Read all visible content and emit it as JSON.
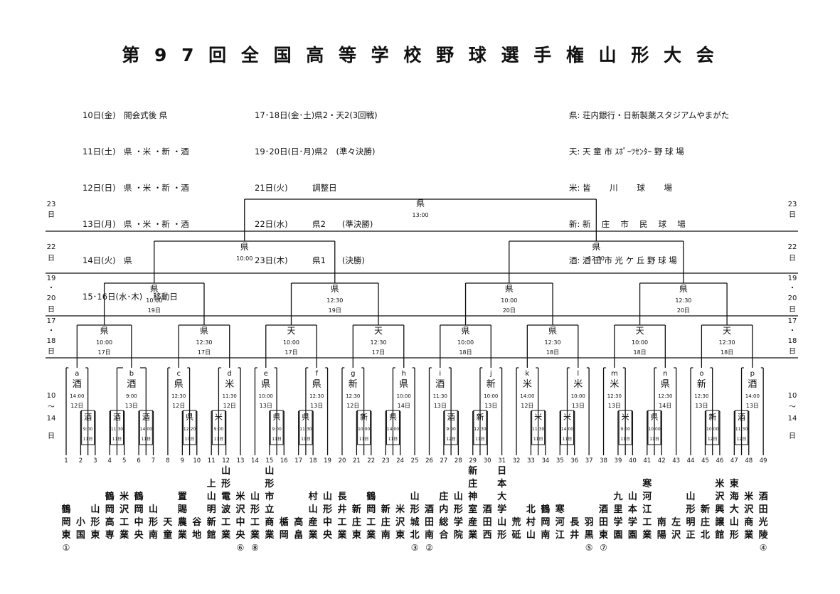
{
  "title": "第 9 7 回 全 国 高 等 学 校 野 球 選 手 権 山 形 大 会",
  "schedule_left": [
    "10日(金)　開会式後 県",
    "11日(土)　県 ・米 ・新 ・酒",
    "12日(日)　県 ・米 ・新 ・酒",
    "13日(月)　県 ・米 ・新 ・酒",
    "14日(火)　県",
    "15･16日(水･木)　 移動日"
  ],
  "schedule_right": [
    "17･18日(金･土)県2・天2(3回戦)",
    "19･20日(日･月)県2　(準々決勝)",
    "21日(火)　　　調整日",
    "22日(水)　　　県2　　(準決勝)",
    "23日(木)　　　県1　　(決勝)"
  ],
  "venues": [
    "県: 荘内銀行・日新製薬スタジアムやまがた",
    "天: 天 童 市 ｽﾎﾟｰﾂｾﾝﾀｰ 野 球 場",
    "米: 皆　　 川　　 球　　 場",
    "新: 新　 庄　 市　 民　 球　 場",
    "酒: 酒 田 市 光 ケ 丘 野 球 場"
  ],
  "left_date_labels": [
    {
      "lines": [
        "23",
        "日"
      ]
    },
    {
      "lines": [
        "22",
        "日"
      ]
    },
    {
      "lines": [
        "19",
        "・",
        "20",
        "日"
      ]
    },
    {
      "lines": [
        "17",
        "・",
        "18",
        "日"
      ]
    },
    {
      "lines": [
        "10",
        "〜",
        "14",
        "日"
      ]
    }
  ],
  "right_date_labels": [
    {
      "lines": [
        "23",
        "日"
      ]
    },
    {
      "lines": [
        "22",
        "日"
      ]
    },
    {
      "lines": [
        "19",
        "・",
        "20",
        "日"
      ]
    },
    {
      "lines": [
        "17",
        "・",
        "18",
        "日"
      ]
    },
    {
      "lines": [
        "10",
        "〜",
        "14",
        "日"
      ]
    }
  ],
  "final": {
    "venue": "県",
    "time": "13:00"
  },
  "semifinals": [
    {
      "venue": "県",
      "time": "10:00"
    },
    {
      "venue": "県",
      "time": "12:30"
    }
  ],
  "quarterfinals": [
    {
      "venue": "県",
      "time": "10:00",
      "day": "19日"
    },
    {
      "venue": "県",
      "time": "12:30",
      "day": "19日"
    },
    {
      "venue": "県",
      "time": "10:00",
      "day": "20日"
    },
    {
      "venue": "県",
      "time": "12:30",
      "day": "20日"
    }
  ],
  "third_round": [
    {
      "venue": "県",
      "time": "10:00",
      "day": "17日"
    },
    {
      "venue": "県",
      "time": "12:30",
      "day": "17日"
    },
    {
      "venue": "天",
      "time": "10:00",
      "day": "17日"
    },
    {
      "venue": "天",
      "time": "12:30",
      "day": "17日"
    },
    {
      "venue": "県",
      "time": "10:00",
      "day": "18日"
    },
    {
      "venue": "県",
      "time": "12:30",
      "day": "18日"
    },
    {
      "venue": "天",
      "time": "10:00",
      "day": "18日"
    },
    {
      "venue": "天",
      "time": "12:30",
      "day": "18日"
    }
  ],
  "second_round": [
    {
      "letter": "a",
      "venue": "酒",
      "time": "14:00",
      "day": "12日"
    },
    {
      "letter": "b",
      "venue": "酒",
      "time": "9:00",
      "day": "13日"
    },
    {
      "letter": "c",
      "venue": "県",
      "time": "12:30",
      "day": "12日"
    },
    {
      "letter": "d",
      "venue": "米",
      "time": "11:30",
      "day": "12日"
    },
    {
      "letter": "e",
      "venue": "県",
      "time": "10:00",
      "day": "13日"
    },
    {
      "letter": "f",
      "venue": "県",
      "time": "12:30",
      "day": "13日"
    },
    {
      "letter": "g",
      "venue": "新",
      "time": "12:30",
      "day": "12日"
    },
    {
      "letter": "h",
      "venue": "県",
      "time": "10:00",
      "day": "14日"
    },
    {
      "letter": "i",
      "venue": "酒",
      "time": "11:30",
      "day": "13日"
    },
    {
      "letter": "j",
      "venue": "新",
      "time": "10:00",
      "day": "13日"
    },
    {
      "letter": "k",
      "venue": "米",
      "time": "14:00",
      "day": "12日"
    },
    {
      "letter": "l",
      "venue": "米",
      "time": "10:00",
      "day": "13日"
    },
    {
      "letter": "m",
      "venue": "米",
      "time": "12:30",
      "day": "13日"
    },
    {
      "letter": "n",
      "venue": "県",
      "time": "12:30",
      "day": "14日"
    },
    {
      "letter": "o",
      "venue": "新",
      "time": "12:30",
      "day": "13日"
    },
    {
      "letter": "p",
      "venue": "酒",
      "time": "14:00",
      "day": "13日"
    }
  ],
  "first_round": [
    {
      "venue": "酒",
      "time": "9:00",
      "day": "11日"
    },
    {
      "venue": "酒",
      "time": "11:30",
      "day": "11日"
    },
    {
      "venue": "酒",
      "time": "14:00",
      "day": "11日"
    },
    {
      "venue": "県",
      "time": "12:20",
      "day": "10日"
    },
    {
      "venue": "米",
      "time": "9:00",
      "day": "11日"
    },
    {
      "venue": "県",
      "time": "9:00",
      "day": "11日"
    },
    {
      "venue": "県",
      "time": "11:30",
      "day": "11日"
    },
    {
      "venue": "新",
      "time": "10:00",
      "day": "11日"
    },
    {
      "venue": "県",
      "time": "14:00",
      "day": "11日"
    },
    {
      "venue": "酒",
      "time": "9:00",
      "day": "12日"
    },
    {
      "venue": "新",
      "time": "12:30",
      "day": "11日"
    },
    {
      "venue": "米",
      "time": "11:30",
      "day": "11日"
    },
    {
      "venue": "米",
      "time": "14:00",
      "day": "11日"
    },
    {
      "venue": "米",
      "time": "9:00",
      "day": "11日"
    },
    {
      "venue": "県",
      "time": "10:00",
      "day": "11日"
    },
    {
      "venue": "新",
      "time": "10:00",
      "day": "12日"
    },
    {
      "venue": "酒",
      "time": "11:30",
      "day": "12日"
    }
  ],
  "teams": [
    {
      "no": "1",
      "name": "鶴岡東",
      "seed": "①"
    },
    {
      "no": "2",
      "name": "小国",
      "seed": ""
    },
    {
      "no": "3",
      "name": "山形東",
      "seed": ""
    },
    {
      "no": "4",
      "name": "鶴岡高専",
      "seed": ""
    },
    {
      "no": "5",
      "name": "米沢工業",
      "seed": ""
    },
    {
      "no": "6",
      "name": "鶴岡中央",
      "seed": ""
    },
    {
      "no": "7",
      "name": "山形南",
      "seed": ""
    },
    {
      "no": "8",
      "name": "天童",
      "seed": ""
    },
    {
      "no": "9",
      "name": "置賜農業",
      "seed": ""
    },
    {
      "no": "10",
      "name": "谷地",
      "seed": ""
    },
    {
      "no": "11",
      "name": "上山明新館",
      "seed": ""
    },
    {
      "no": "12",
      "name": "山形電波工業",
      "seed": ""
    },
    {
      "no": "13",
      "name": "米沢中央",
      "seed": "⑥"
    },
    {
      "no": "14",
      "name": "山形工業",
      "seed": "⑧"
    },
    {
      "no": "15",
      "name": "山形市立商業",
      "seed": ""
    },
    {
      "no": "16",
      "name": "楯岡",
      "seed": ""
    },
    {
      "no": "17",
      "name": "高畠",
      "seed": ""
    },
    {
      "no": "18",
      "name": "村山産業",
      "seed": ""
    },
    {
      "no": "19",
      "name": "山形中央",
      "seed": ""
    },
    {
      "no": "20",
      "name": "長井工業",
      "seed": ""
    },
    {
      "no": "21",
      "name": "新庄東",
      "seed": ""
    },
    {
      "no": "22",
      "name": "鶴岡工業",
      "seed": ""
    },
    {
      "no": "23",
      "name": "新庄南",
      "seed": ""
    },
    {
      "no": "24",
      "name": "米沢東",
      "seed": ""
    },
    {
      "no": "25",
      "name": "山形城北",
      "seed": "③"
    },
    {
      "no": "26",
      "name": "酒田南",
      "seed": "②"
    },
    {
      "no": "27",
      "name": "庄内総合",
      "seed": ""
    },
    {
      "no": "28",
      "name": "山形学院",
      "seed": ""
    },
    {
      "no": "29",
      "name": "新庄神室産業",
      "seed": ""
    },
    {
      "no": "30",
      "name": "酒田西",
      "seed": ""
    },
    {
      "no": "31",
      "name": "日本大学山形",
      "seed": ""
    },
    {
      "no": "32",
      "name": "荒砥",
      "seed": ""
    },
    {
      "no": "33",
      "name": "北村山",
      "seed": ""
    },
    {
      "no": "34",
      "name": "鶴岡南",
      "seed": ""
    },
    {
      "no": "35",
      "name": "寒河江",
      "seed": ""
    },
    {
      "no": "36",
      "name": "長井",
      "seed": ""
    },
    {
      "no": "37",
      "name": "羽黒",
      "seed": "⑤"
    },
    {
      "no": "38",
      "name": "酒田東",
      "seed": "⑦"
    },
    {
      "no": "39",
      "name": "九里学園",
      "seed": ""
    },
    {
      "no": "40",
      "name": "山本学園",
      "seed": ""
    },
    {
      "no": "41",
      "name": "寒河江工業",
      "seed": ""
    },
    {
      "no": "42",
      "name": "南陽",
      "seed": ""
    },
    {
      "no": "43",
      "name": "左沢",
      "seed": ""
    },
    {
      "no": "44",
      "name": "山形明正",
      "seed": ""
    },
    {
      "no": "45",
      "name": "新庄北",
      "seed": ""
    },
    {
      "no": "46",
      "name": "米沢興譲館",
      "seed": ""
    },
    {
      "no": "47",
      "name": "東海大山形",
      "seed": ""
    },
    {
      "no": "48",
      "name": "米沢商業",
      "seed": ""
    },
    {
      "no": "49",
      "name": "酒田光陵",
      "seed": "④"
    }
  ]
}
